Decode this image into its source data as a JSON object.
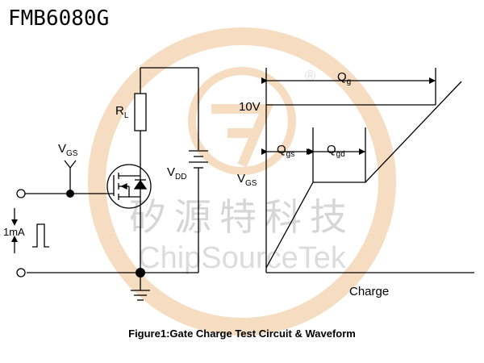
{
  "title": "FMB6080G",
  "caption": "Figure1:Gate Charge Test Circuit & Waveform",
  "watermark": {
    "chinese": "矽源特科技",
    "english": "ChipSourceTek",
    "registered": "®",
    "logo_color": "#f3cfa8",
    "text_color": "#d9d9d9"
  },
  "circuit": {
    "rl_label": "R",
    "rl_sub": "L",
    "vgs_label": "V",
    "vgs_sub": "GS",
    "vdd_label": "V",
    "vdd_sub": "DD",
    "current_label": "1mA"
  },
  "waveform": {
    "x_label": "Charge",
    "y_label": "V",
    "y_sub": "GS",
    "level_label": "10V",
    "qg_label": "Q",
    "qg_sub": "g",
    "qgs_label": "Q",
    "qgs_sub": "gs",
    "qgd_label": "Q",
    "qgd_sub": "gd"
  }
}
